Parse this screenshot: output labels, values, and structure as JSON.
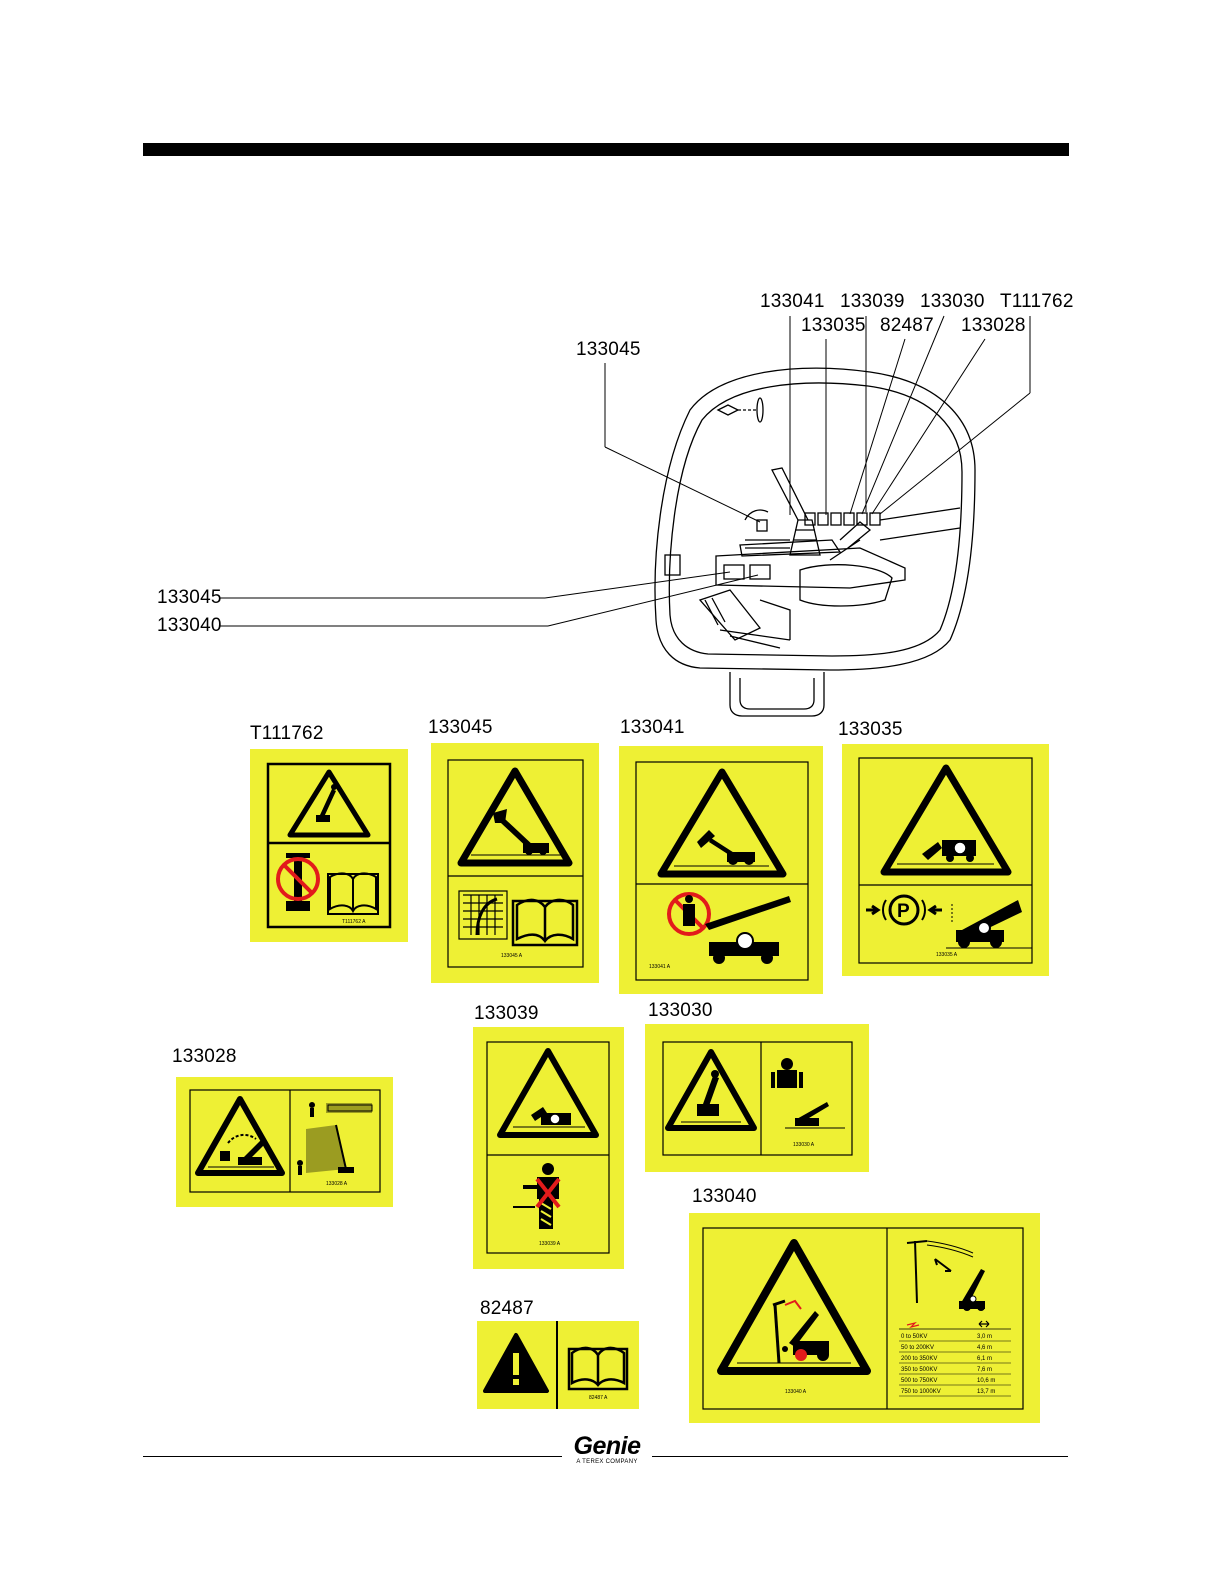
{
  "colors": {
    "decal": "#eef034",
    "ink": "#000000",
    "prohibit": "#e21b1b"
  },
  "diagram": {
    "callouts_top_row1": [
      "133041",
      "133039",
      "133030",
      "T111762"
    ],
    "callouts_top_row2": [
      "133035",
      "82487",
      "133028"
    ],
    "callout_mid": "133045",
    "callouts_left": [
      "133045",
      "133040"
    ]
  },
  "decals": [
    {
      "part": "T111762",
      "code": "T111762  A"
    },
    {
      "part": "133045",
      "code": "133045  A"
    },
    {
      "part": "133041",
      "code": "133041  A"
    },
    {
      "part": "133035",
      "code": "133035  A"
    },
    {
      "part": "133028",
      "code": "133028  A"
    },
    {
      "part": "133039",
      "code": "133039  A"
    },
    {
      "part": "133030",
      "code": "133030  A"
    },
    {
      "part": "133040",
      "code": "133040  A"
    },
    {
      "part": "82487",
      "code": "82487  A"
    }
  ],
  "distance_table": {
    "rows": [
      {
        "voltage": "0 to 50KV",
        "distance": "3,0 m"
      },
      {
        "voltage": "50 to 200KV",
        "distance": "4,6 m"
      },
      {
        "voltage": "200 to 350KV",
        "distance": "6,1 m"
      },
      {
        "voltage": "350 to 500KV",
        "distance": "7,6 m"
      },
      {
        "voltage": "500 to 750KV",
        "distance": "10,6 m"
      },
      {
        "voltage": "750 to 1000KV",
        "distance": "13,7 m"
      }
    ]
  },
  "footer": {
    "brand": "Genie",
    "tagline": "A TEREX COMPANY"
  },
  "icons": [
    "warning-triangle-icon",
    "manual-book-icon",
    "parking-brake-icon",
    "prohibition-icon",
    "seat-belt-icon",
    "exclamation-icon",
    "power-line-icon"
  ]
}
